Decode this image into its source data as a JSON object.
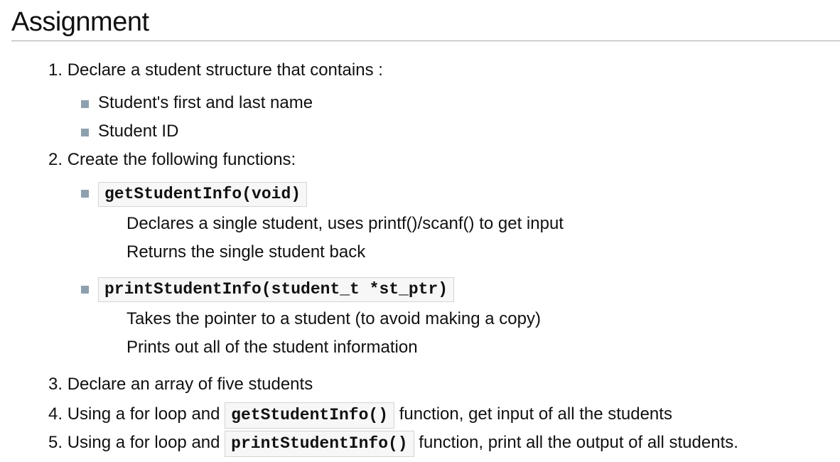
{
  "title": "Assignment",
  "items": [
    {
      "number": "1.",
      "text": "Declare a student structure that contains :",
      "subitems": [
        {
          "text": "Student's first and last name"
        },
        {
          "text": "Student ID"
        }
      ]
    },
    {
      "number": "2.",
      "text": "Create the following functions:",
      "functions": [
        {
          "code": "getStudentInfo(void)",
          "descriptions": [
            "Declares a single student, uses printf()/scanf() to get input",
            "Returns the single student back"
          ]
        },
        {
          "code": "printStudentInfo(student_t *st_ptr)",
          "descriptions": [
            "Takes the pointer to a student (to avoid making a copy)",
            "Prints out all of the student information"
          ]
        }
      ]
    },
    {
      "number": "3.",
      "text": "Declare an array of five students"
    },
    {
      "number": "4.",
      "prefix": "Using a for loop and",
      "code": "getStudentInfo()",
      "suffix": "function, get input of all the students"
    },
    {
      "number": "5.",
      "prefix": "Using a for loop and",
      "code": "printStudentInfo()",
      "suffix": "function, print all the output of all students."
    }
  ],
  "colors": {
    "text": "#111111",
    "rule": "#a8a8a8",
    "bullet": "#8da0ae",
    "code_background": "#f7f7f7",
    "code_border": "#d4d4d4"
  }
}
